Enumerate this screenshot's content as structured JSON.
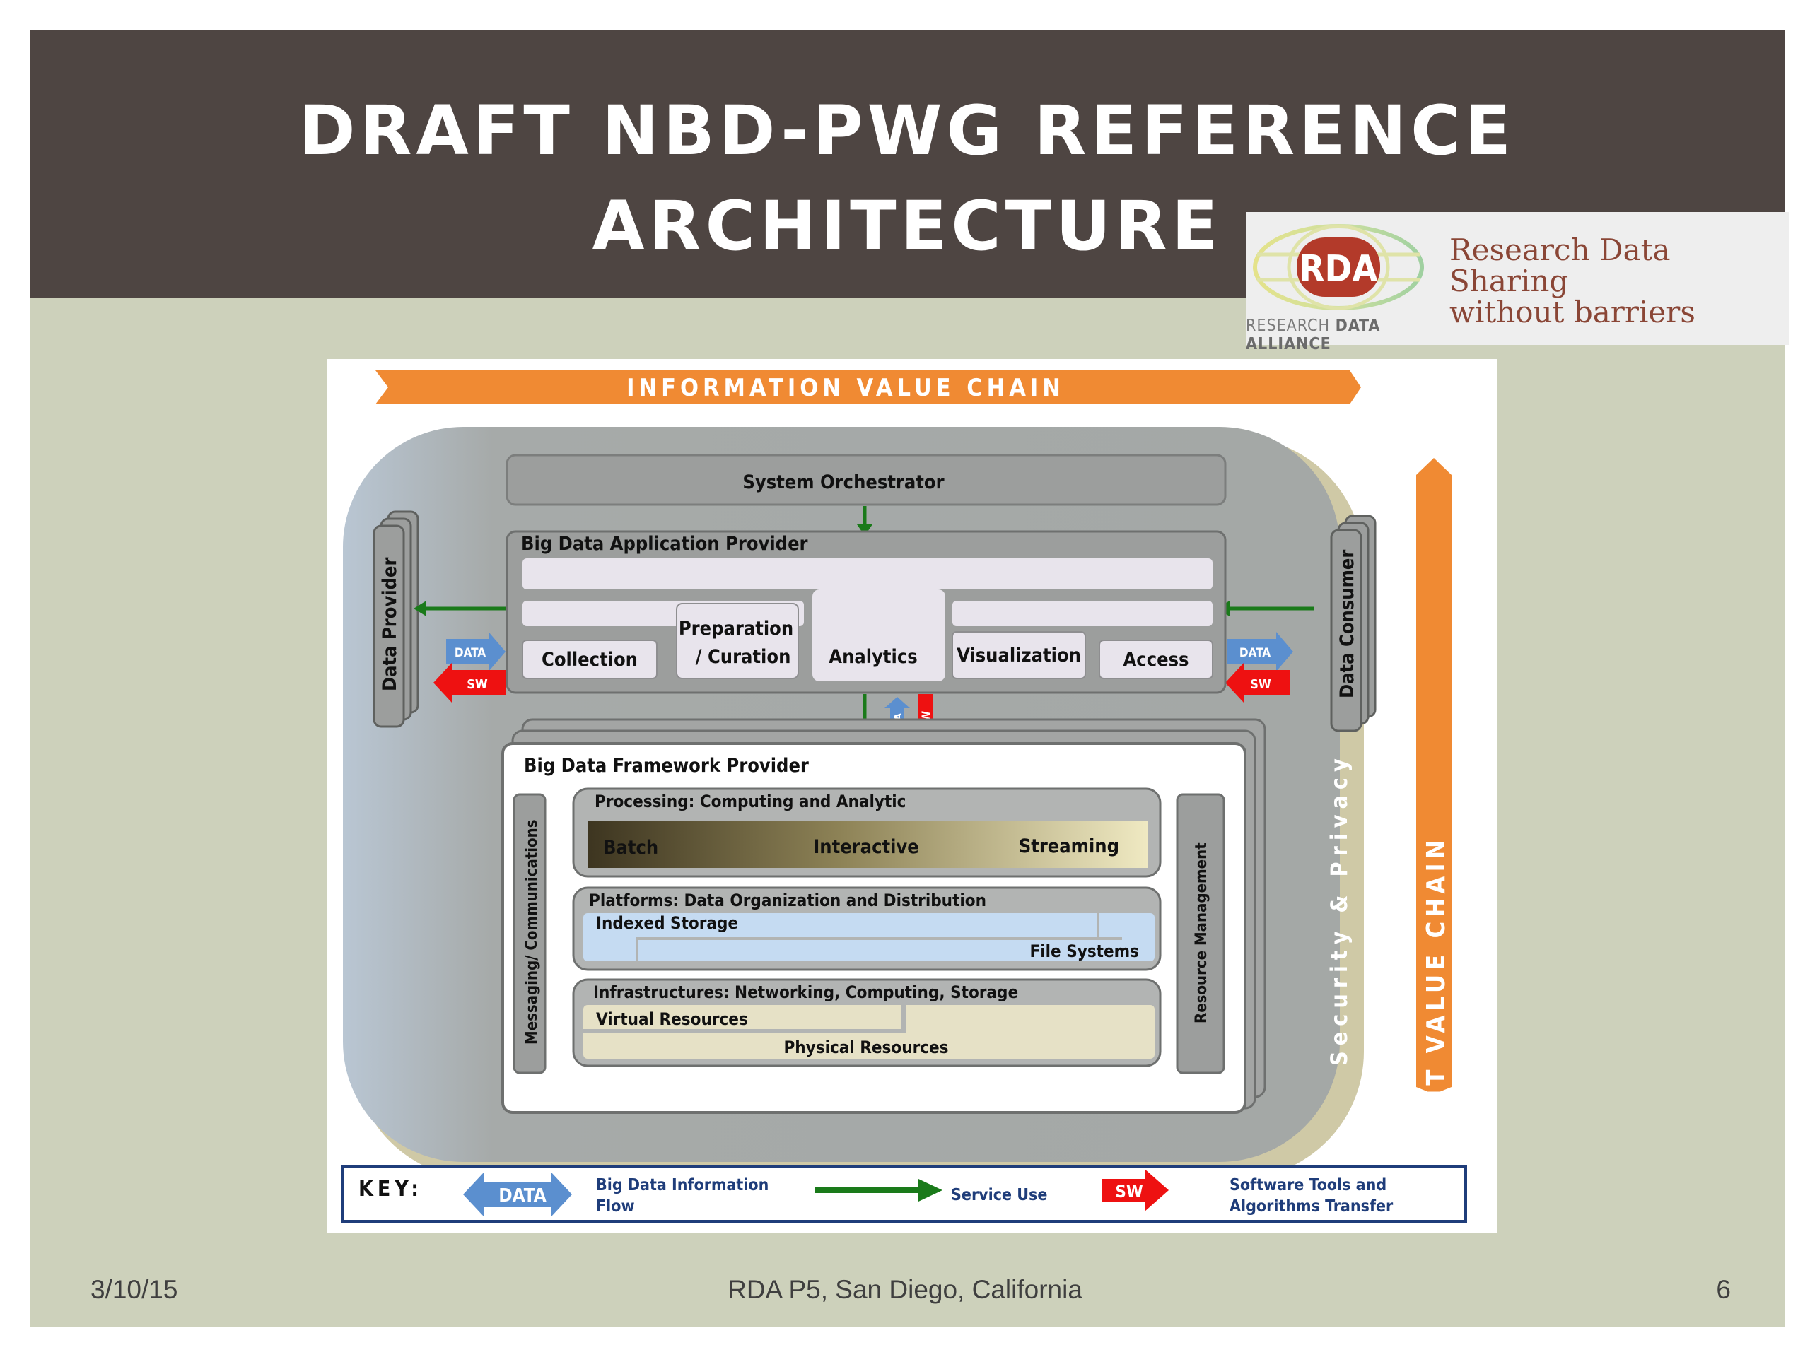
{
  "slide": {
    "title_line1": "DRAFT NBD-PWG REFERENCE",
    "title_line2": "ARCHITECTURE",
    "footer_date": "3/10/15",
    "footer_venue": "RDA P5, San Diego, California",
    "page_number": "6"
  },
  "logo": {
    "mark": "RDA",
    "tagline_line1": "Research Data Sharing",
    "tagline_line2": "without barriers",
    "alliance_research": "RESEARCH",
    "alliance_data": "DATA ALLIANCE"
  },
  "diagram": {
    "info_value_chain": "INFORMATION VALUE CHAIN",
    "it_value_chain": "IT VALUE CHAIN",
    "system_orchestrator": "System Orchestrator",
    "data_provider": "Data Provider",
    "data_consumer": "Data Consumer",
    "security_privacy": "Security & Privacy",
    "management": "Management",
    "app_provider": {
      "title": "Big Data Application Provider",
      "collection": "Collection",
      "preparation_line1": "Preparation",
      "preparation_line2": "/ Curation",
      "analytics": "Analytics",
      "visualization": "Visualization",
      "access": "Access"
    },
    "framework_provider": {
      "title": "Big Data Framework Provider",
      "messaging": "Messaging/ Communications",
      "resource_management": "Resource Management",
      "processing_title": "Processing: Computing and Analytic",
      "batch": "Batch",
      "interactive": "Interactive",
      "streaming": "Streaming",
      "platforms_title": "Platforms: Data Organization and Distribution",
      "indexed_storage": "Indexed Storage",
      "file_systems": "File Systems",
      "infrastructures_title": "Infrastructures: Networking, Computing, Storage",
      "virtual_resources": "Virtual Resources",
      "physical_resources": "Physical Resources"
    },
    "arrow_data": "DATA",
    "arrow_sw": "SW",
    "key": {
      "label": "KEY:",
      "data_arrow": "DATA",
      "data_desc_line1": "Big Data Information",
      "data_desc_line2": "Flow",
      "service_use": "Service Use",
      "sw_arrow": "SW",
      "sw_desc_line1": "Software Tools and",
      "sw_desc_line2": "Algorithms Transfer"
    }
  },
  "colors": {
    "title_bar": "#4e4542",
    "slide_bg": "#cdd1bb",
    "orange": "#f08a33",
    "data_blue": "#5b8fcf",
    "sw_red": "#ee1111",
    "service_green": "#1a7a1a",
    "rda_red": "#b33a2a"
  }
}
